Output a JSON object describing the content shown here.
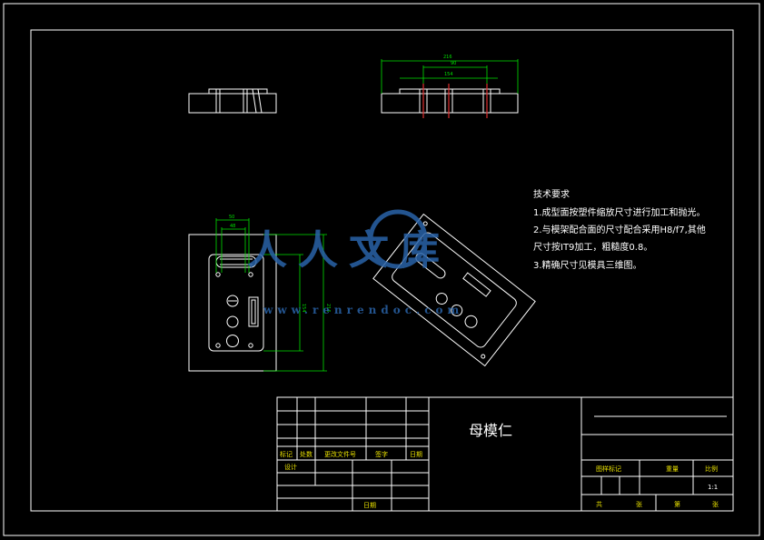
{
  "drawing": {
    "title": "母模仁",
    "scale": "1:1",
    "notes": {
      "heading": "技术要求",
      "items": [
        "1.成型面按塑件缩放尺寸进行加工和抛光。",
        "2.与模架配合面的尺寸配合采用H8/f7,其他",
        "尺寸按IT9加工，粗糙度0.8。",
        "3.精确尺寸见模具三维图。"
      ]
    },
    "dimensions": {
      "top_overall": "216",
      "top_inner": "90",
      "top_pitch": "154",
      "front_width": "50",
      "front_inner": "48",
      "front_height": "216",
      "front_height2": "154"
    },
    "title_block": {
      "rev_labels": [
        "标记",
        "处数",
        "更改文件号",
        "签字",
        "日期"
      ],
      "design": "设计",
      "date": "日期",
      "stage_labels": [
        "图样标记",
        "重量",
        "比例"
      ],
      "sheet": "共",
      "sheet_of": "张",
      "page": "第",
      "page_of": "张"
    },
    "watermark": {
      "text": "人人文库",
      "url": "www.renrendoc.com"
    },
    "colors": {
      "outline": "#ffffff",
      "dimension": "#00e000",
      "centerline": "#e03030",
      "label": "#e8e000"
    }
  }
}
